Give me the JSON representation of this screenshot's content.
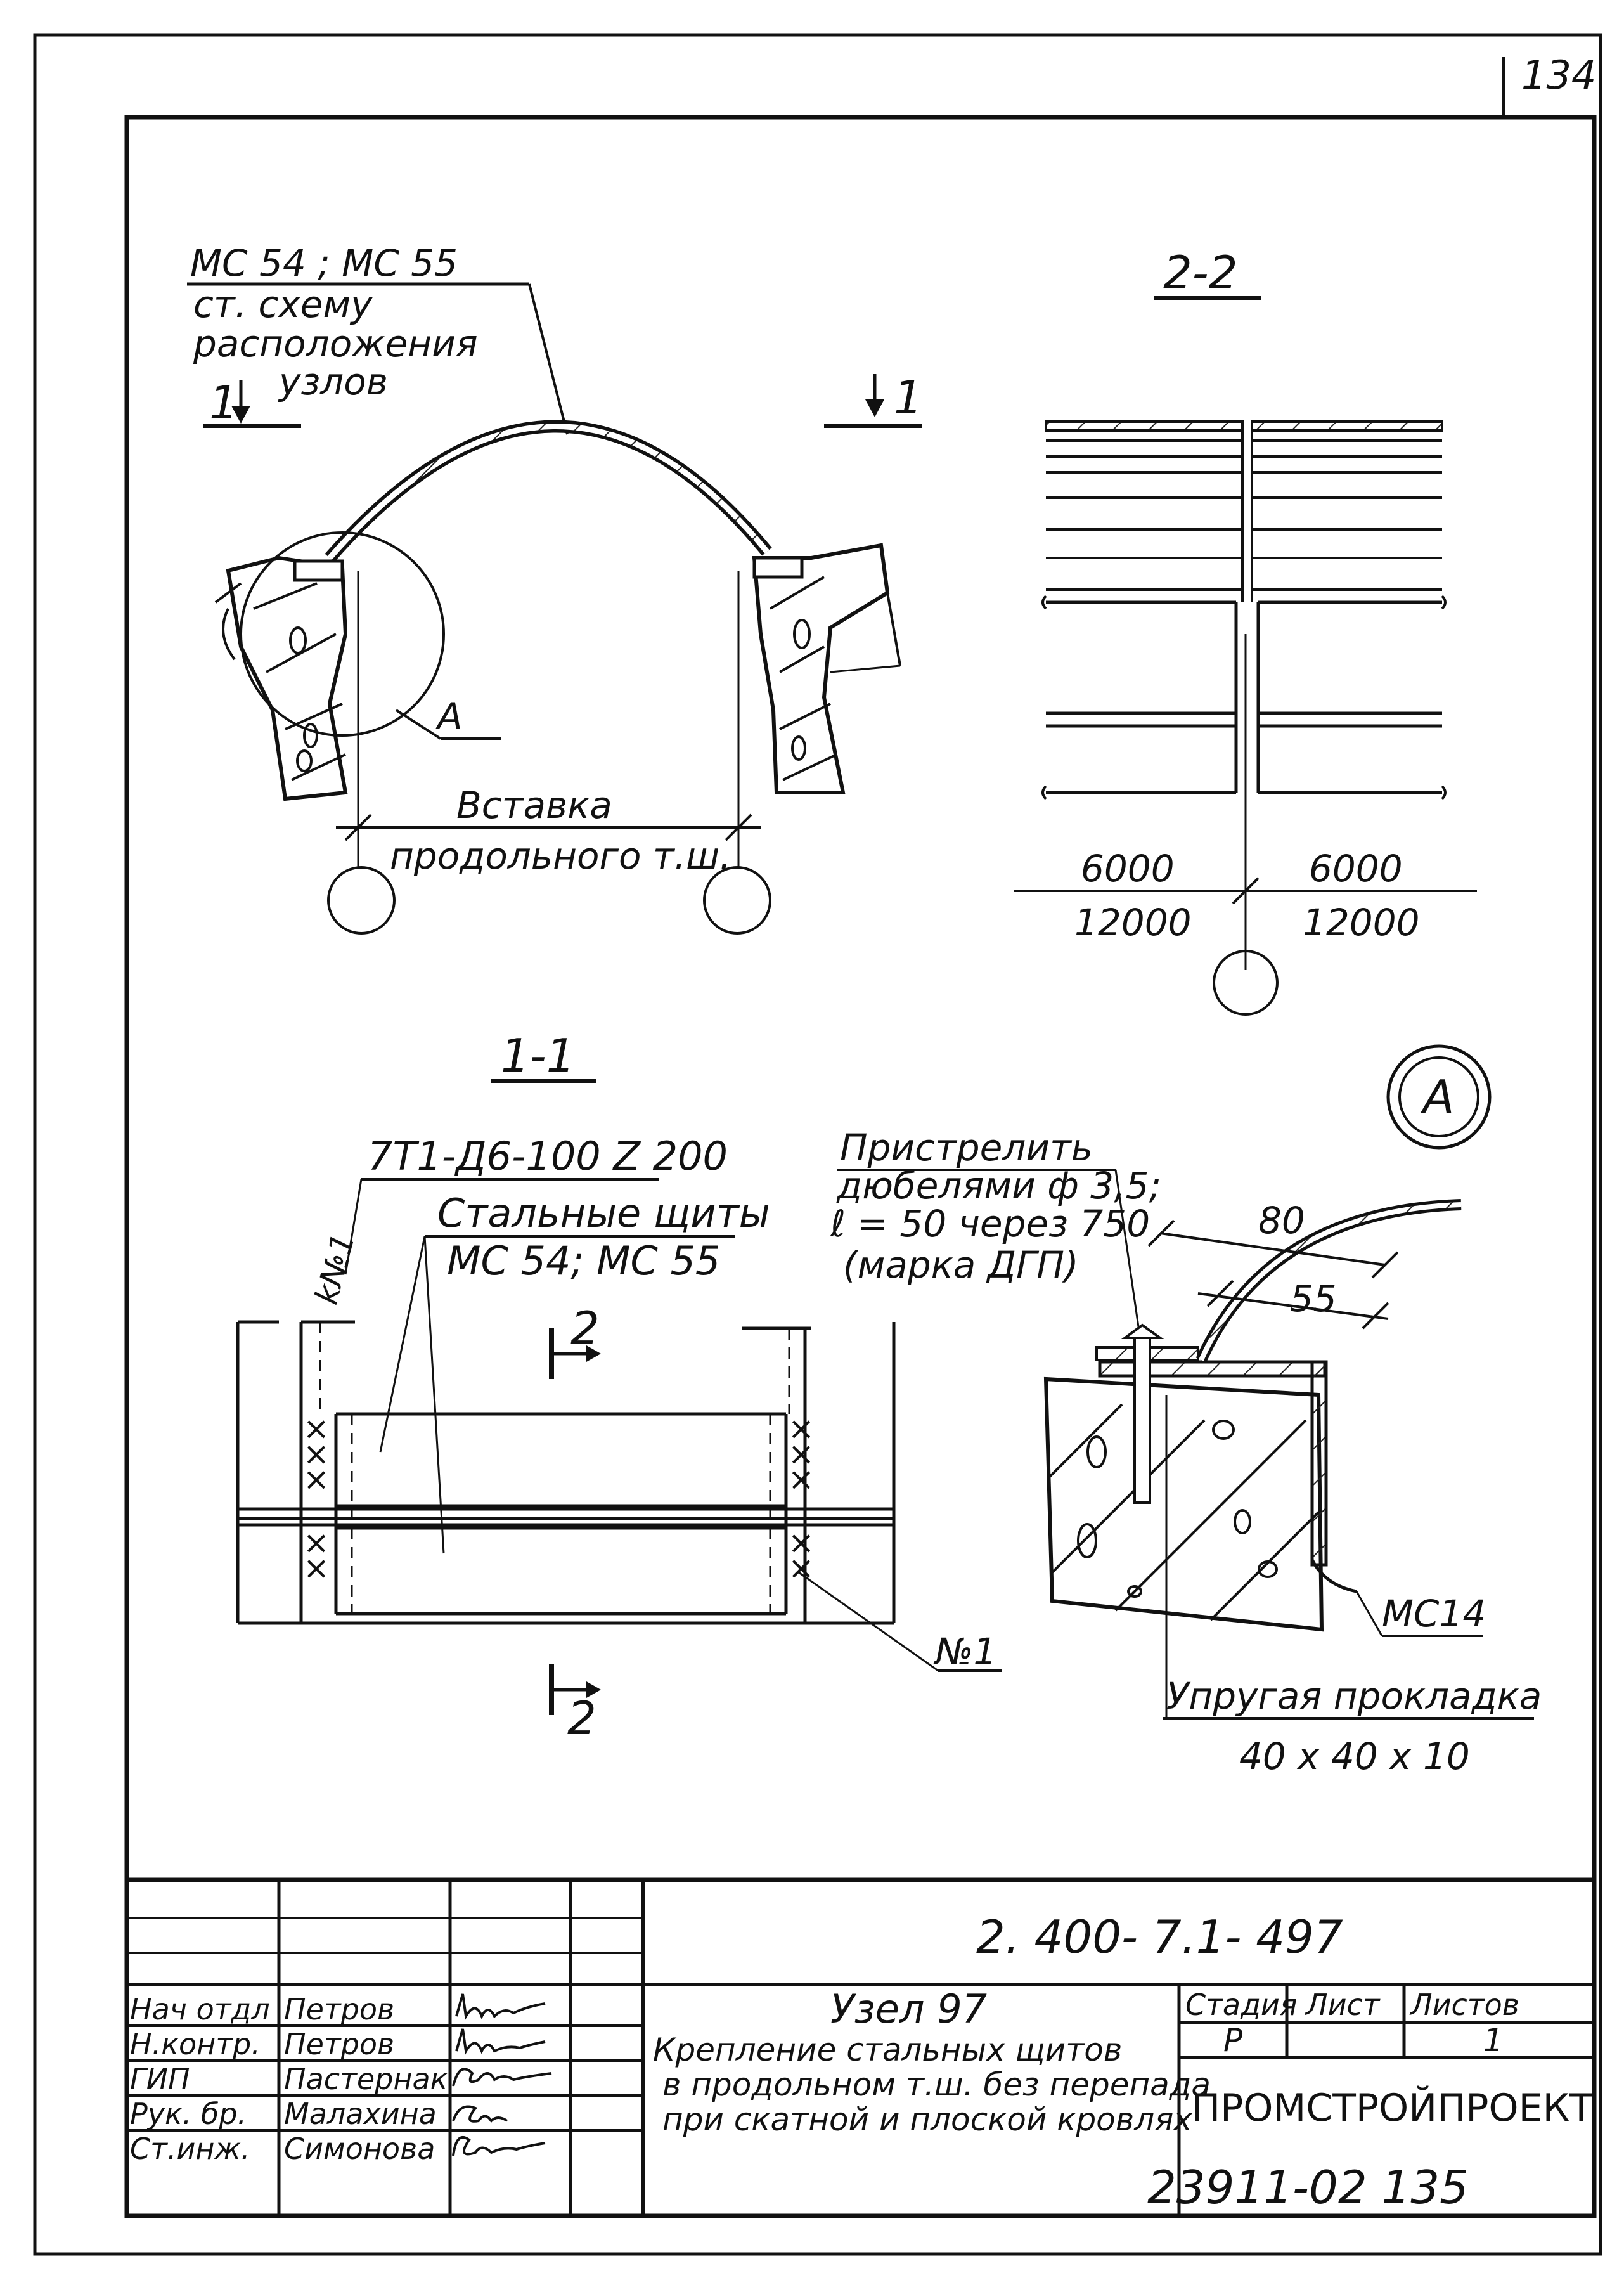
{
  "sheet_number": "134",
  "section_marks": {
    "top_view": "2-2",
    "section_view": "1-1",
    "detail_bubble": "А",
    "cut_left": "1",
    "cut_right": "1",
    "cut_2_top": "2",
    "cut_2_bottom": "2"
  },
  "top_view": {
    "callout_line1": "МС 54 ;  МС 55",
    "callout_line2": "ст. схему",
    "callout_line3": "расположения",
    "callout_line4": "узлов",
    "detail_ref": "А",
    "insert_label_line1": "Вставка",
    "insert_label_line2": "продольного т.ш."
  },
  "section_2_2": {
    "dim_left_top": "6000",
    "dim_left_bottom": "12000",
    "dim_right_top": "6000",
    "dim_right_bottom": "12000"
  },
  "section_1_1": {
    "bolt_note": "7Т1-Д6-100 Z 200",
    "panels_line1": "Стальные щиты",
    "panels_line2": "МС 54;  МС 55",
    "weld_mark": "k№1",
    "item_mark": "№1"
  },
  "detail_a": {
    "note_line1": "Пристрелить",
    "note_line2": "дюбелями ф 3,5;",
    "note_line3": "ℓ = 50 через 750",
    "note_line4": "(марка ДГП)",
    "dim_80": "80",
    "dim_55": "55",
    "part_mark": "МС14",
    "gasket_line1": "Упругая прокладка",
    "gasket_line2": "40 х 40 х 10"
  },
  "title_block": {
    "doc_code": "2. 400- 7.1- 497",
    "node_title": "Узел 97",
    "description_line1": "Крепление стальных щитов",
    "description_line2": "в продольном т.ш. без перепада",
    "description_line3": "при скатной и плоской кровлях",
    "stage_header": "Стадия",
    "sheet_header": "Лист",
    "sheets_header": "Листов",
    "stage_value": "Р",
    "sheets_value": "1",
    "organization": "ПРОМСТРОЙПРОЕКТ",
    "roles": [
      {
        "title": "Нач отдл",
        "name": "Петров"
      },
      {
        "title": "Н.контр.",
        "name": "Петров"
      },
      {
        "title": "ГИП",
        "name": "Пастернак"
      },
      {
        "title": "Рук. бр.",
        "name": "Малахина"
      },
      {
        "title": "Ст.инж.",
        "name": "Симонова"
      }
    ],
    "archive_number": "23911-02  135"
  }
}
